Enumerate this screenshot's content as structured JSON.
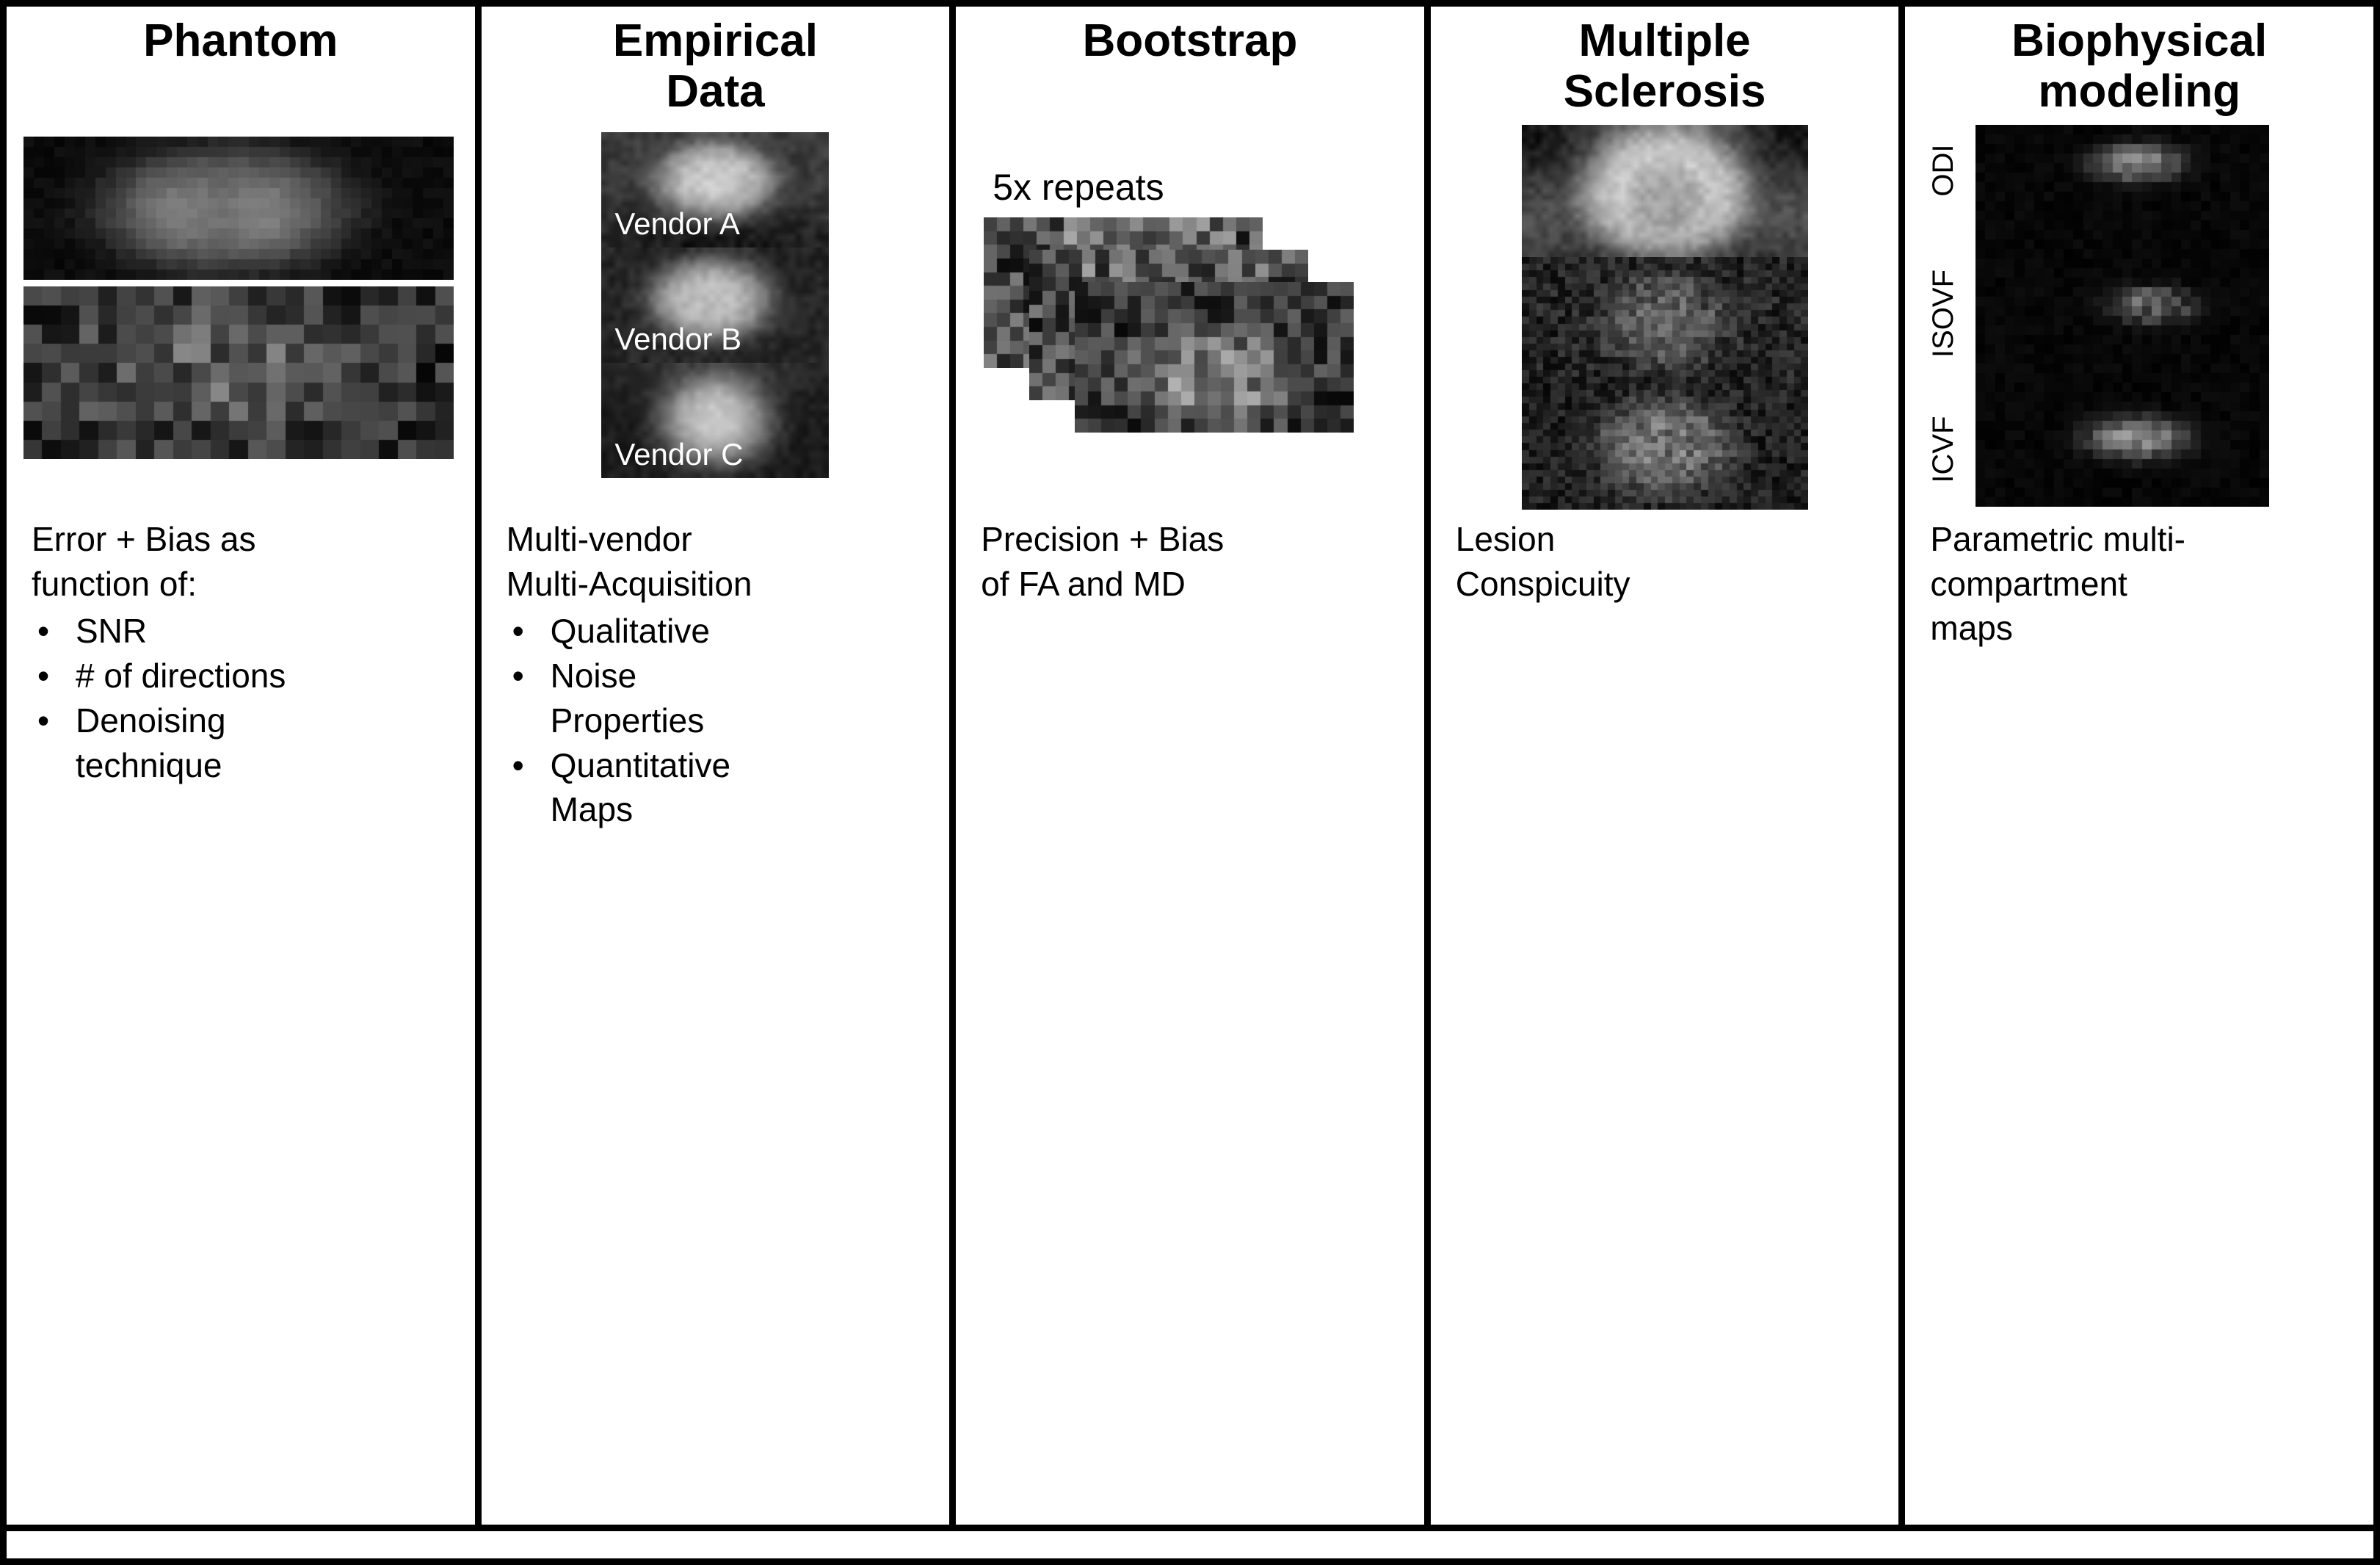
{
  "columns": [
    {
      "title": "Phantom",
      "caption": "Error + Bias as\nfunction of:",
      "bullets": [
        "SNR",
        "# of directions",
        "Denoising\ntechnique"
      ]
    },
    {
      "title": "Empirical\nData",
      "image_labels": [
        "Vendor A",
        "Vendor B",
        "Vendor C"
      ],
      "caption": "Multi-vendor\nMulti-Acquisition",
      "bullets": [
        "Qualitative",
        "Noise\nProperties",
        "Quantitative\nMaps"
      ]
    },
    {
      "title": "Bootstrap",
      "annotation": "5x repeats",
      "caption": "Precision + Bias\nof FA and MD"
    },
    {
      "title": "Multiple\nSclerosis",
      "caption": "Lesion\nConspicuity"
    },
    {
      "title": "Biophysical\nmodeling",
      "image_labels": [
        "ODI",
        "ISOVF",
        "ICVF"
      ],
      "caption": "Parametric multi-\ncompartment\nmaps"
    }
  ]
}
